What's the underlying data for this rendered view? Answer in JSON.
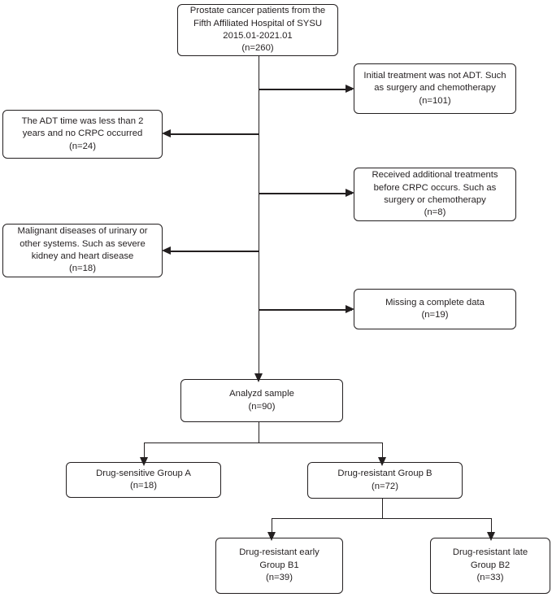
{
  "diagram": {
    "title": "Prostate cancer patient selection flowchart",
    "type": "flowchart",
    "line_color": "#231f20",
    "box_fill": "#ffffff"
  },
  "nodes": {
    "source": {
      "label": "Prostate cancer patients from the\nFifth Affiliated Hospital of SYSU\n2015.01-2021.01\n(n=260)",
      "count": 260
    },
    "exclude_not_adt": {
      "label": "Initial treatment was not ADT. Such\nas surgery and chemotherapy\n(n=101)",
      "count": 101
    },
    "exclude_adt_short": {
      "label": "The ADT time was less than 2\nyears and no CRPC occurred\n(n=24)",
      "count": 24
    },
    "exclude_additional_treatment": {
      "label": "Received additional treatments\nbefore CRPC occurs. Such as\nsurgery or chemotherapy\n(n=8)",
      "count": 8
    },
    "exclude_malignant": {
      "label": "Malignant diseases of urinary or\nother systems. Such as severe\nkidney and heart disease\n(n=18)",
      "count": 18
    },
    "exclude_missing_data": {
      "label": "Missing a complete data\n(n=19)",
      "count": 19
    },
    "analyzed": {
      "label": "Analyzd sample\n(n=90)",
      "count": 90
    },
    "group_a": {
      "label": "Drug-sensitive  Group A\n(n=18)",
      "count": 18
    },
    "group_b": {
      "label": "Drug-resistant Group B\n(n=72)",
      "count": 72
    },
    "group_b1": {
      "label": "Drug-resistant  early\nGroup B1\n(n=39)",
      "count": 39
    },
    "group_b2": {
      "label": "Drug-resistant  late\nGroup B2\n(n=33)",
      "count": 33
    }
  },
  "edges": [
    {
      "from": "source",
      "to": "exclude_not_adt",
      "direction": "right"
    },
    {
      "from": "source",
      "to": "exclude_adt_short",
      "direction": "left"
    },
    {
      "from": "source",
      "to": "exclude_additional_treatment",
      "direction": "right"
    },
    {
      "from": "source",
      "to": "exclude_malignant",
      "direction": "left"
    },
    {
      "from": "source",
      "to": "exclude_missing_data",
      "direction": "right"
    },
    {
      "from": "source",
      "to": "analyzed",
      "direction": "down"
    },
    {
      "from": "analyzed",
      "to": "group_a",
      "direction": "down"
    },
    {
      "from": "analyzed",
      "to": "group_b",
      "direction": "down"
    },
    {
      "from": "group_b",
      "to": "group_b1",
      "direction": "down"
    },
    {
      "from": "group_b",
      "to": "group_b2",
      "direction": "down"
    }
  ]
}
